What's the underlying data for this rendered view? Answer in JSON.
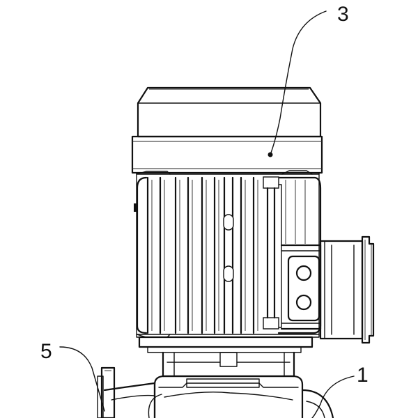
{
  "callouts": [
    {
      "id": "3",
      "label": "3"
    },
    {
      "id": "5",
      "label": "5"
    },
    {
      "id": "1",
      "label": "1"
    }
  ]
}
